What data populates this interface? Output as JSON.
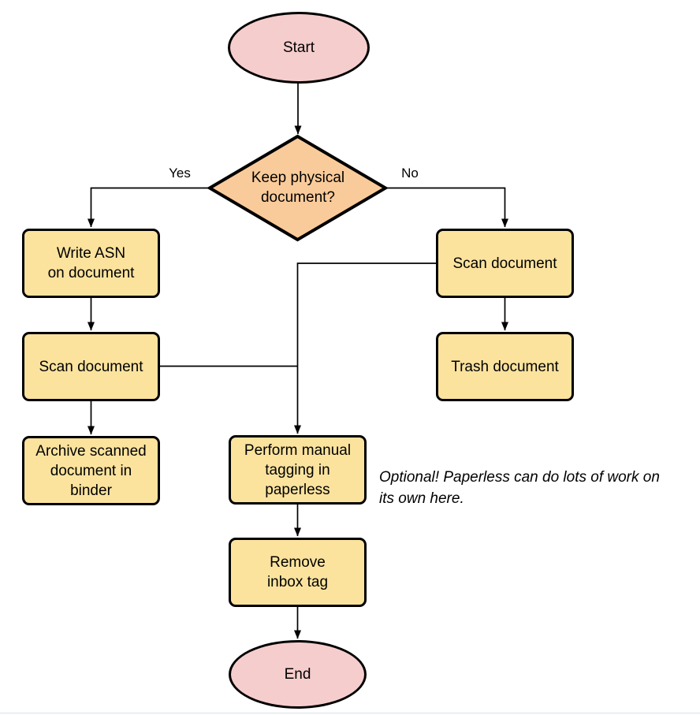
{
  "colors": {
    "terminal_fill": "#f6cdcd",
    "decision_fill": "#facb9a",
    "process_fill": "#fbe39e",
    "stroke": "#000000"
  },
  "nodes": {
    "start": {
      "label": "Start",
      "type": "terminal"
    },
    "decision": {
      "label": "Keep physical\ndocument?",
      "type": "decision"
    },
    "write_asn": {
      "label": "Write ASN\non document",
      "type": "process"
    },
    "scan_left": {
      "label": "Scan document",
      "type": "process"
    },
    "archive": {
      "label": "Archive scanned\ndocument in\nbinder",
      "type": "process"
    },
    "scan_right": {
      "label": "Scan document",
      "type": "process"
    },
    "trash": {
      "label": "Trash document",
      "type": "process"
    },
    "tagging": {
      "label": "Perform manual\ntagging in\npaperless",
      "type": "process"
    },
    "remove_inbox": {
      "label": "Remove\ninbox tag",
      "type": "process"
    },
    "end": {
      "label": "End",
      "type": "terminal"
    }
  },
  "edge_labels": {
    "yes": "Yes",
    "no": "No"
  },
  "annotation": {
    "text": "Optional! Paperless can do lots of work on\nits own here."
  }
}
